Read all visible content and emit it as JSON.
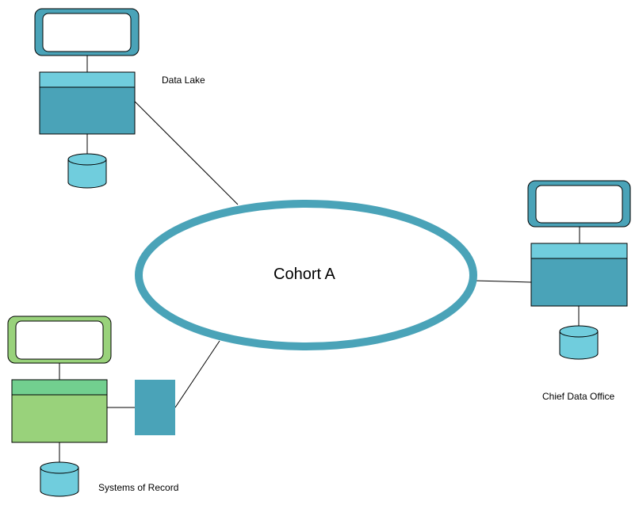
{
  "diagram": {
    "center_node": {
      "label": "Cohort A"
    },
    "nodes": [
      {
        "id": "data-lake",
        "label": "Data Lake"
      },
      {
        "id": "chief-data-office",
        "label": "Chief Data Office"
      },
      {
        "id": "systems-of-record",
        "label": "Systems of Record"
      }
    ]
  },
  "colors": {
    "teal_dark": "#4aa3b8",
    "teal_light": "#70cddd",
    "green_light": "#99d27b",
    "green_mid": "#72cf8f",
    "outline": "#000000",
    "ring": "#4aa3b8"
  }
}
